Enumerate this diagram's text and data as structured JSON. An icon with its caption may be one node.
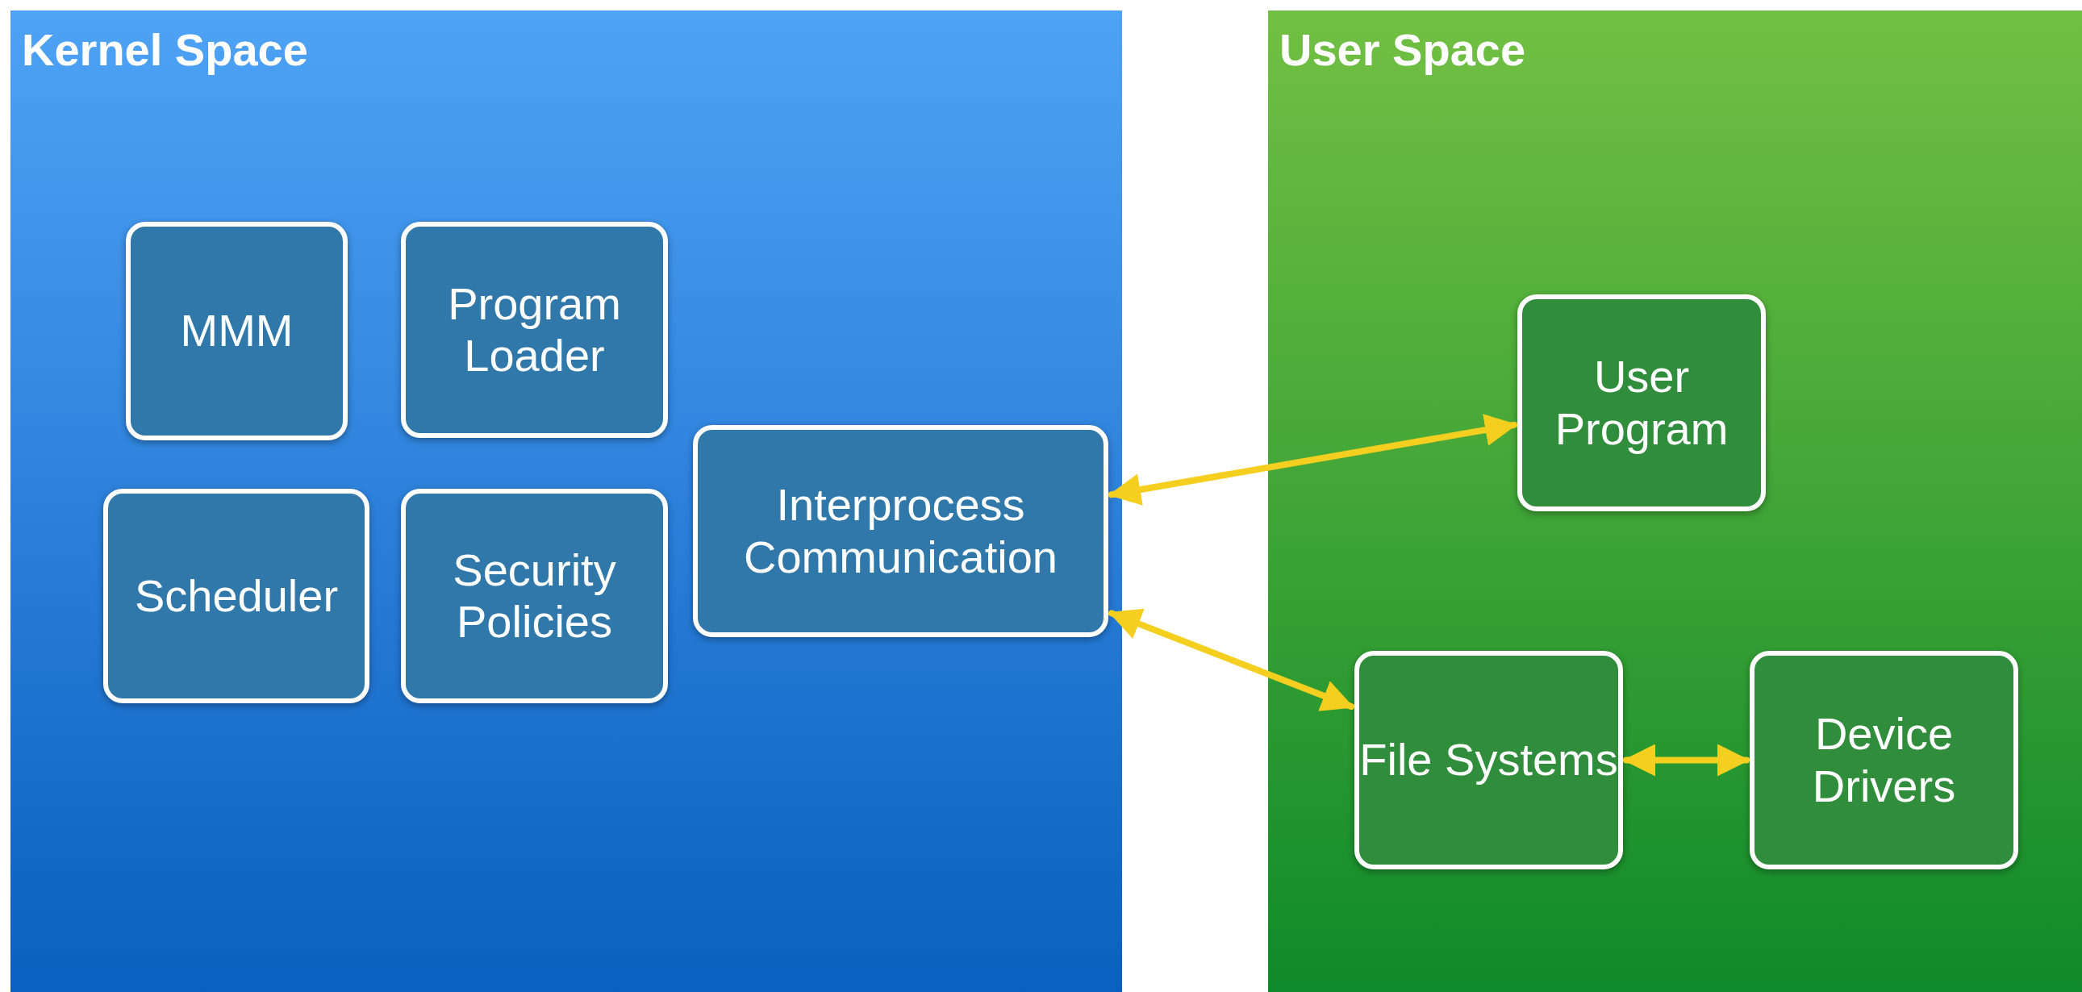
{
  "diagram": {
    "nodes": [
      {
        "text": [
          "Kernel Space"
        ]
      },
      {
        "text": [
          "MMM"
        ],
        "in": 0
      },
      {
        "text": [
          "Program Loader"
        ],
        "in": 0
      },
      {
        "text": [
          "Scheduler"
        ],
        "in": 0
      },
      {
        "text": [
          "Security Policies"
        ],
        "in": 0
      },
      {
        "text": [
          "Interprocess Communication"
        ],
        "in": 0
      },
      {
        "text": [
          "User Space"
        ]
      },
      {
        "text": [
          "User Program"
        ],
        "in": 6
      },
      {
        "text": [
          "File Systems"
        ],
        "in": 6
      },
      {
        "text": [
          "Device Drivers"
        ],
        "in": 6
      }
    ],
    "edges": [
      {
        "from": 5,
        "to": 7,
        "arrow": "both",
        "color": "#f5cf1f"
      },
      {
        "from": 5,
        "to": 8,
        "arrow": "both",
        "color": "#f5cf1f"
      },
      {
        "from": 8,
        "to": 9,
        "arrow": "both",
        "color": "#f5cf1f"
      }
    ]
  }
}
